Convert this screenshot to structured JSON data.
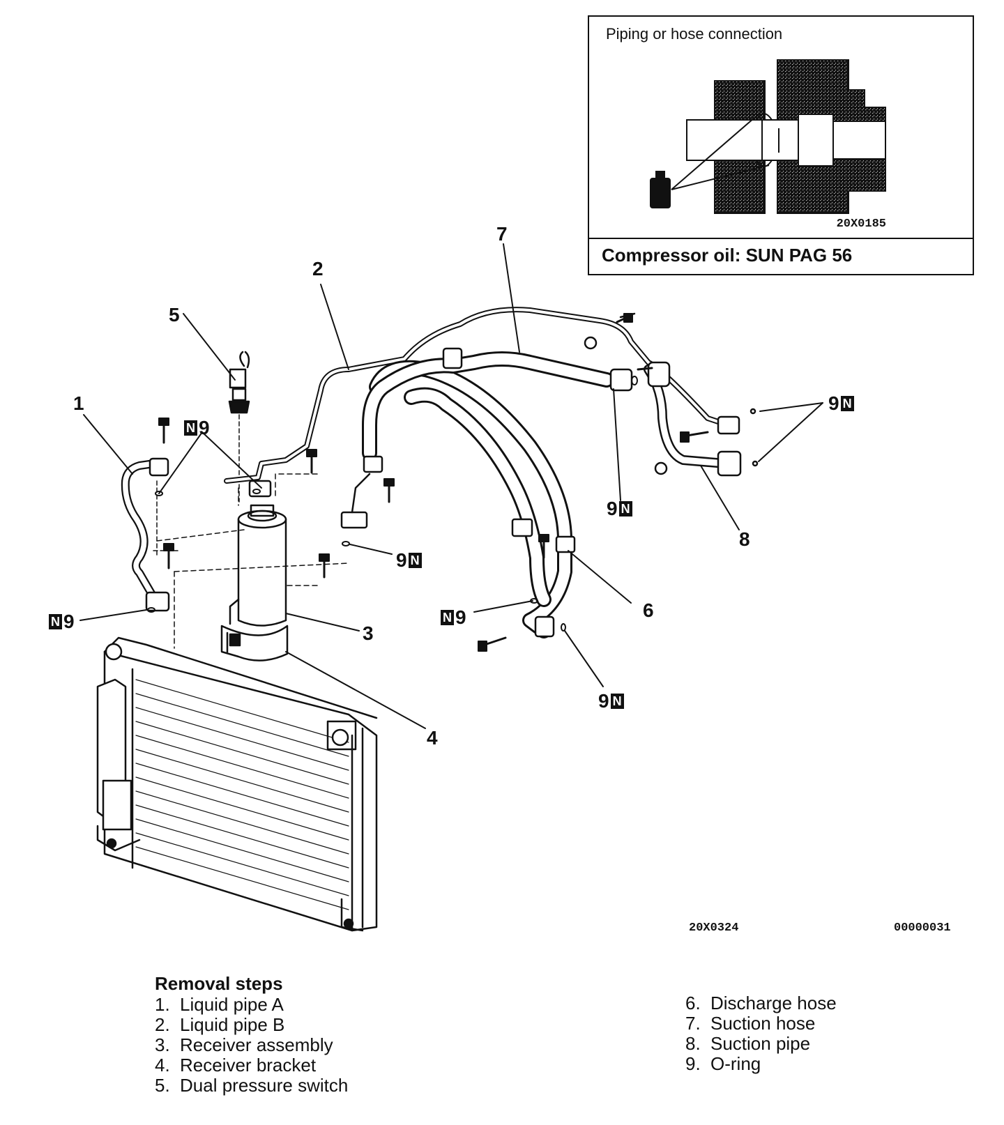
{
  "inset": {
    "title": "Piping or hose connection",
    "code": "20X0185",
    "footer": "Compressor oil: SUN PAG 56"
  },
  "callouts": {
    "c1": "1",
    "c2": "2",
    "c3": "3",
    "c4": "4",
    "c5": "5",
    "c6": "6",
    "c7": "7",
    "c8": "8",
    "oring_num": "9",
    "n_mark": "N"
  },
  "codes": {
    "figure": "20X0324",
    "page": "00000031"
  },
  "removal": {
    "title": "Removal steps",
    "steps_left": [
      {
        "num": "1.",
        "text": "Liquid pipe A"
      },
      {
        "num": "2.",
        "text": "Liquid pipe B"
      },
      {
        "num": "3.",
        "text": "Receiver assembly"
      },
      {
        "num": "4.",
        "text": "Receiver bracket"
      },
      {
        "num": "5.",
        "text": "Dual pressure switch"
      }
    ],
    "steps_right": [
      {
        "num": "6.",
        "text": "Discharge hose"
      },
      {
        "num": "7.",
        "text": "Suction hose"
      },
      {
        "num": "8.",
        "text": "Suction pipe"
      },
      {
        "num": "9.",
        "text": "O-ring"
      }
    ]
  }
}
